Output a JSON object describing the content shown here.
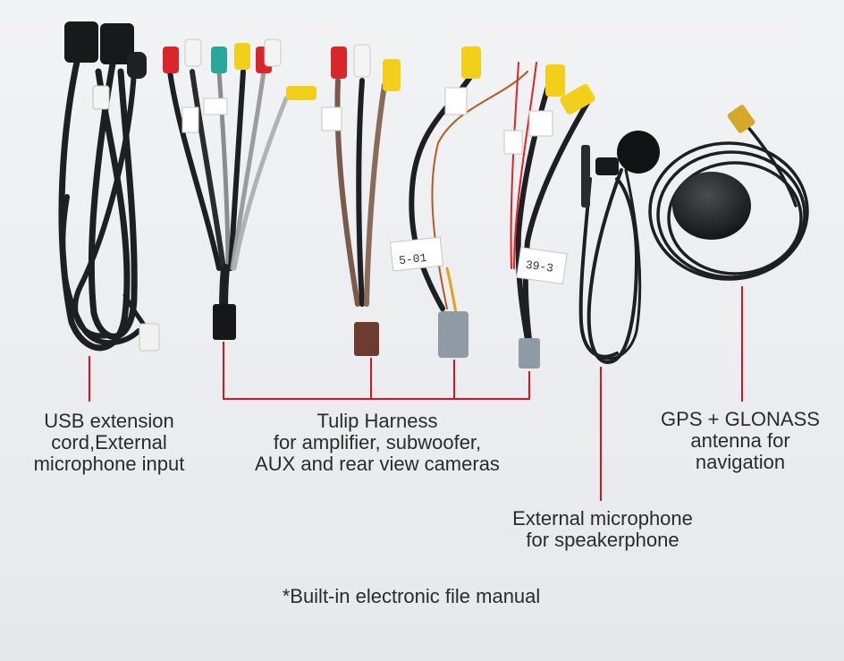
{
  "labels": {
    "usb": [
      "USB extension",
      "cord,External",
      "microphone input"
    ],
    "tulip": [
      "Tulip Harness",
      "for amplifier, subwoofer,",
      "AUX and rear view cameras"
    ],
    "gps": [
      "GPS + GLONASS",
      "antenna for",
      "navigation"
    ],
    "mic": [
      "External microphone",
      "for speakerphone"
    ],
    "note": "*Built-in electronic file manual"
  },
  "cable_tags": [
    "5-01",
    "39-3"
  ],
  "colors": {
    "background": "#eceef0",
    "leader_line": "#d8141e",
    "cable": "#1e1f22",
    "rca_red": "#d9262b",
    "rca_white": "#f4f4f2",
    "rca_yellow": "#f2cf1a",
    "rca_teal": "#2aa79b"
  }
}
